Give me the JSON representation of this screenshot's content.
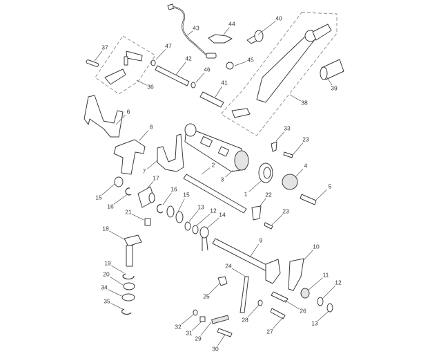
{
  "diagram": {
    "title": "Gear selector mechanism exploded parts diagram",
    "callouts": [
      "37",
      "47",
      "43",
      "44",
      "40",
      "42",
      "45",
      "46",
      "41",
      "36",
      "39",
      "38",
      "6",
      "8",
      "33",
      "23",
      "2",
      "7",
      "4",
      "17",
      "15",
      "16",
      "16",
      "15",
      "3",
      "1",
      "5",
      "22",
      "21",
      "13",
      "12",
      "14",
      "23",
      "18",
      "9",
      "10",
      "19",
      "20",
      "34",
      "24",
      "11",
      "12",
      "26",
      "25",
      "35",
      "28",
      "13",
      "27",
      "32",
      "31",
      "29",
      "30"
    ]
  }
}
